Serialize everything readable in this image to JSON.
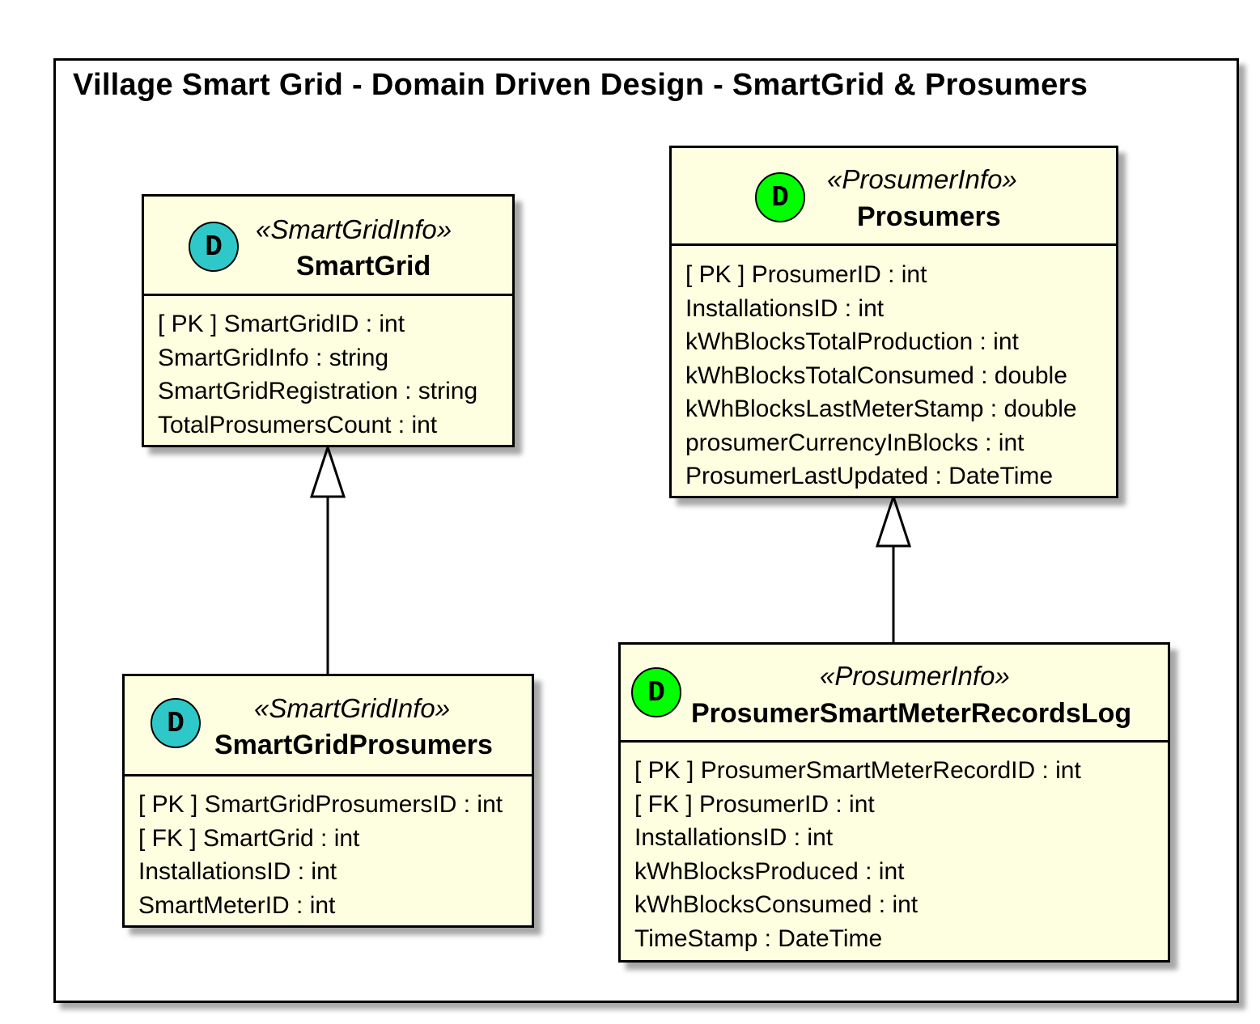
{
  "title": "Village Smart Grid - Domain Driven Design - SmartGrid & Prosumers",
  "badge_letter": "D",
  "colors": {
    "cyan_badge": "#2ec8c8",
    "green_badge": "#00ff00",
    "class_fill": "#fefee0"
  },
  "classes": [
    {
      "stereotype": "«SmartGridInfo»",
      "name": "SmartGrid",
      "attributes": [
        "[ PK ] SmartGridID : int",
        "SmartGridInfo : string",
        "SmartGridRegistration : string",
        "TotalProsumersCount : int"
      ]
    },
    {
      "stereotype": "«ProsumerInfo»",
      "name": "Prosumers",
      "attributes": [
        "[ PK ] ProsumerID : int",
        "InstallationsID : int",
        "kWhBlocksTotalProduction : int",
        "kWhBlocksTotalConsumed : double",
        "kWhBlocksLastMeterStamp : double",
        "prosumerCurrencyInBlocks : int",
        "ProsumerLastUpdated : DateTime"
      ]
    },
    {
      "stereotype": "«SmartGridInfo»",
      "name": "SmartGridProsumers",
      "attributes": [
        "[ PK ] SmartGridProsumersID : int",
        "[ FK ] SmartGrid : int",
        "InstallationsID : int",
        "SmartMeterID : int"
      ]
    },
    {
      "stereotype": "«ProsumerInfo»",
      "name": "ProsumerSmartMeterRecordsLog",
      "attributes": [
        "[ PK ] ProsumerSmartMeterRecordID : int",
        "[ FK ] ProsumerID : int",
        "InstallationsID : int",
        "kWhBlocksProduced : int",
        "kWhBlocksConsumed : int",
        "TimeStamp : DateTime"
      ]
    }
  ],
  "relations": [
    {
      "type": "generalization",
      "from": "SmartGridProsumers",
      "to": "SmartGrid"
    },
    {
      "type": "generalization",
      "from": "ProsumerSmartMeterRecordsLog",
      "to": "Prosumers"
    }
  ]
}
